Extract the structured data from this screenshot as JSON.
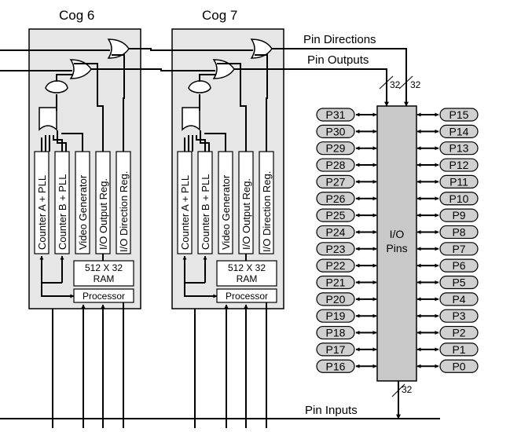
{
  "cogs": [
    {
      "title": "Cog 6",
      "modules": [
        "Counter A + PLL",
        "Counter B + PLL",
        "Video Generator",
        "I/O Output Reg.",
        "I/O Direction Reg."
      ],
      "ram_lines": [
        "512 X 32",
        "RAM"
      ],
      "processor": "Processor"
    },
    {
      "title": "Cog 7",
      "modules": [
        "Counter A + PLL",
        "Counter B + PLL",
        "Video Generator",
        "I/O Output Reg.",
        "I/O Direction Reg."
      ],
      "ram_lines": [
        "512 X 32",
        "RAM"
      ],
      "processor": "Processor"
    }
  ],
  "buses": {
    "pin_directions": "Pin Directions",
    "pin_outputs": "Pin Outputs",
    "pin_inputs": "Pin Inputs",
    "width_directions": "32",
    "width_outputs": "32",
    "width_inputs": "32"
  },
  "io_block": {
    "lines": [
      "I/O",
      "Pins"
    ]
  },
  "pins_left": [
    "P31",
    "P30",
    "P29",
    "P28",
    "P27",
    "P26",
    "P25",
    "P24",
    "P23",
    "P22",
    "P21",
    "P20",
    "P19",
    "P18",
    "P17",
    "P16"
  ],
  "pins_right": [
    "P15",
    "P14",
    "P13",
    "P12",
    "P11",
    "P10",
    "P9",
    "P8",
    "P7",
    "P6",
    "P5",
    "P4",
    "P3",
    "P2",
    "P1",
    "P0"
  ],
  "colors": {
    "cog_fill": "#e6e6e6",
    "pin_fill": "#d0d0d0",
    "io_fill": "#c8c8c8",
    "line": "#000000"
  }
}
